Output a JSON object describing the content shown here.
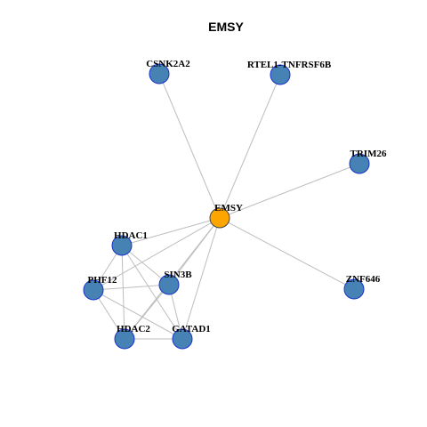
{
  "title": "EMSY",
  "colors": {
    "center_fill": "#FFA500",
    "center_stroke": "#444444",
    "node_fill": "#4682B4",
    "node_stroke": "#1a33cc",
    "edge": "#bdbdbd"
  },
  "nodes": [
    {
      "id": "EMSY",
      "label": "EMSY",
      "role": "center"
    },
    {
      "id": "CSNK2A2",
      "label": "CSNK2A2",
      "role": "neighbor"
    },
    {
      "id": "RTEL1-TNFRSF6B",
      "label": "RTEL1-TNFRSF6B",
      "role": "neighbor"
    },
    {
      "id": "TRIM26",
      "label": "TRIM26",
      "role": "neighbor"
    },
    {
      "id": "HDAC1",
      "label": "HDAC1",
      "role": "neighbor"
    },
    {
      "id": "SIN3B",
      "label": "SIN3B",
      "role": "neighbor"
    },
    {
      "id": "PHF12",
      "label": "PHF12",
      "role": "neighbor"
    },
    {
      "id": "ZNF646",
      "label": "ZNF646",
      "role": "neighbor"
    },
    {
      "id": "HDAC2",
      "label": "HDAC2",
      "role": "neighbor"
    },
    {
      "id": "GATAD1",
      "label": "GATAD1",
      "role": "neighbor"
    }
  ],
  "edges": [
    [
      "EMSY",
      "CSNK2A2"
    ],
    [
      "EMSY",
      "RTEL1-TNFRSF6B"
    ],
    [
      "EMSY",
      "TRIM26"
    ],
    [
      "EMSY",
      "ZNF646"
    ],
    [
      "EMSY",
      "HDAC1"
    ],
    [
      "EMSY",
      "SIN3B"
    ],
    [
      "EMSY",
      "PHF12"
    ],
    [
      "EMSY",
      "HDAC2"
    ],
    [
      "EMSY",
      "GATAD1"
    ],
    [
      "HDAC1",
      "SIN3B"
    ],
    [
      "HDAC1",
      "PHF12"
    ],
    [
      "HDAC1",
      "HDAC2"
    ],
    [
      "HDAC1",
      "GATAD1"
    ],
    [
      "SIN3B",
      "PHF12"
    ],
    [
      "SIN3B",
      "HDAC2"
    ],
    [
      "SIN3B",
      "GATAD1"
    ],
    [
      "PHF12",
      "HDAC2"
    ],
    [
      "PHF12",
      "GATAD1"
    ],
    [
      "HDAC2",
      "GATAD1"
    ]
  ]
}
